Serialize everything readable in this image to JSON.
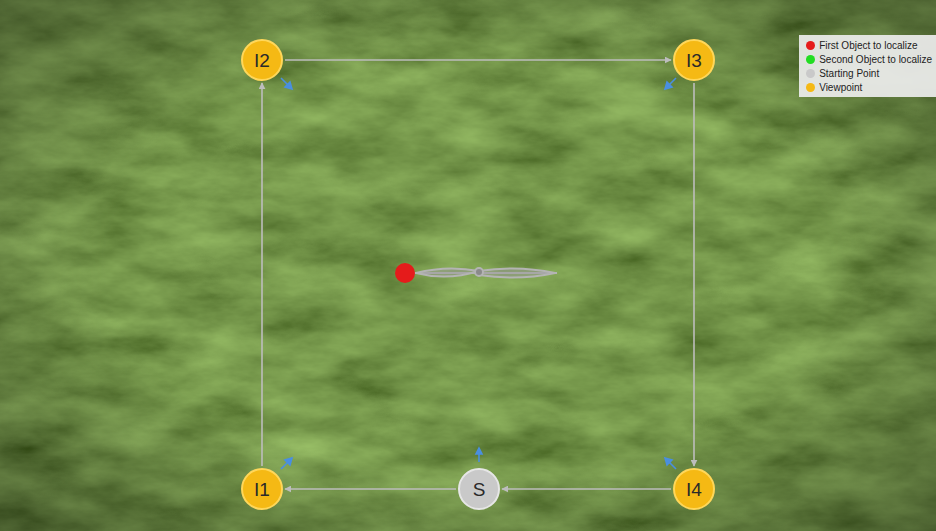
{
  "diagram": {
    "nodes": [
      {
        "text": [
          "I2"
        ]
      },
      {
        "text": [
          "I3"
        ]
      },
      {
        "text": [
          "I1"
        ]
      },
      {
        "text": [
          "S"
        ]
      },
      {
        "text": [
          "I4"
        ]
      }
    ],
    "edges": [
      {
        "from": 2,
        "to": 0,
        "arrow": "to"
      },
      {
        "from": 0,
        "to": 1,
        "arrow": "to"
      },
      {
        "from": 1,
        "to": 4,
        "arrow": "to"
      },
      {
        "from": 4,
        "to": 3,
        "arrow": "to"
      },
      {
        "from": 3,
        "to": 2,
        "arrow": "to"
      }
    ],
    "legend": [
      {
        "text": "First Object to localize",
        "color": "#e51b1b"
      },
      {
        "text": "Second Object to localize",
        "color": "#22dd22"
      },
      {
        "text": "Starting Point",
        "color": "#c9c9c9"
      },
      {
        "text": "Viewpoint",
        "color": "#f5b914"
      }
    ]
  }
}
